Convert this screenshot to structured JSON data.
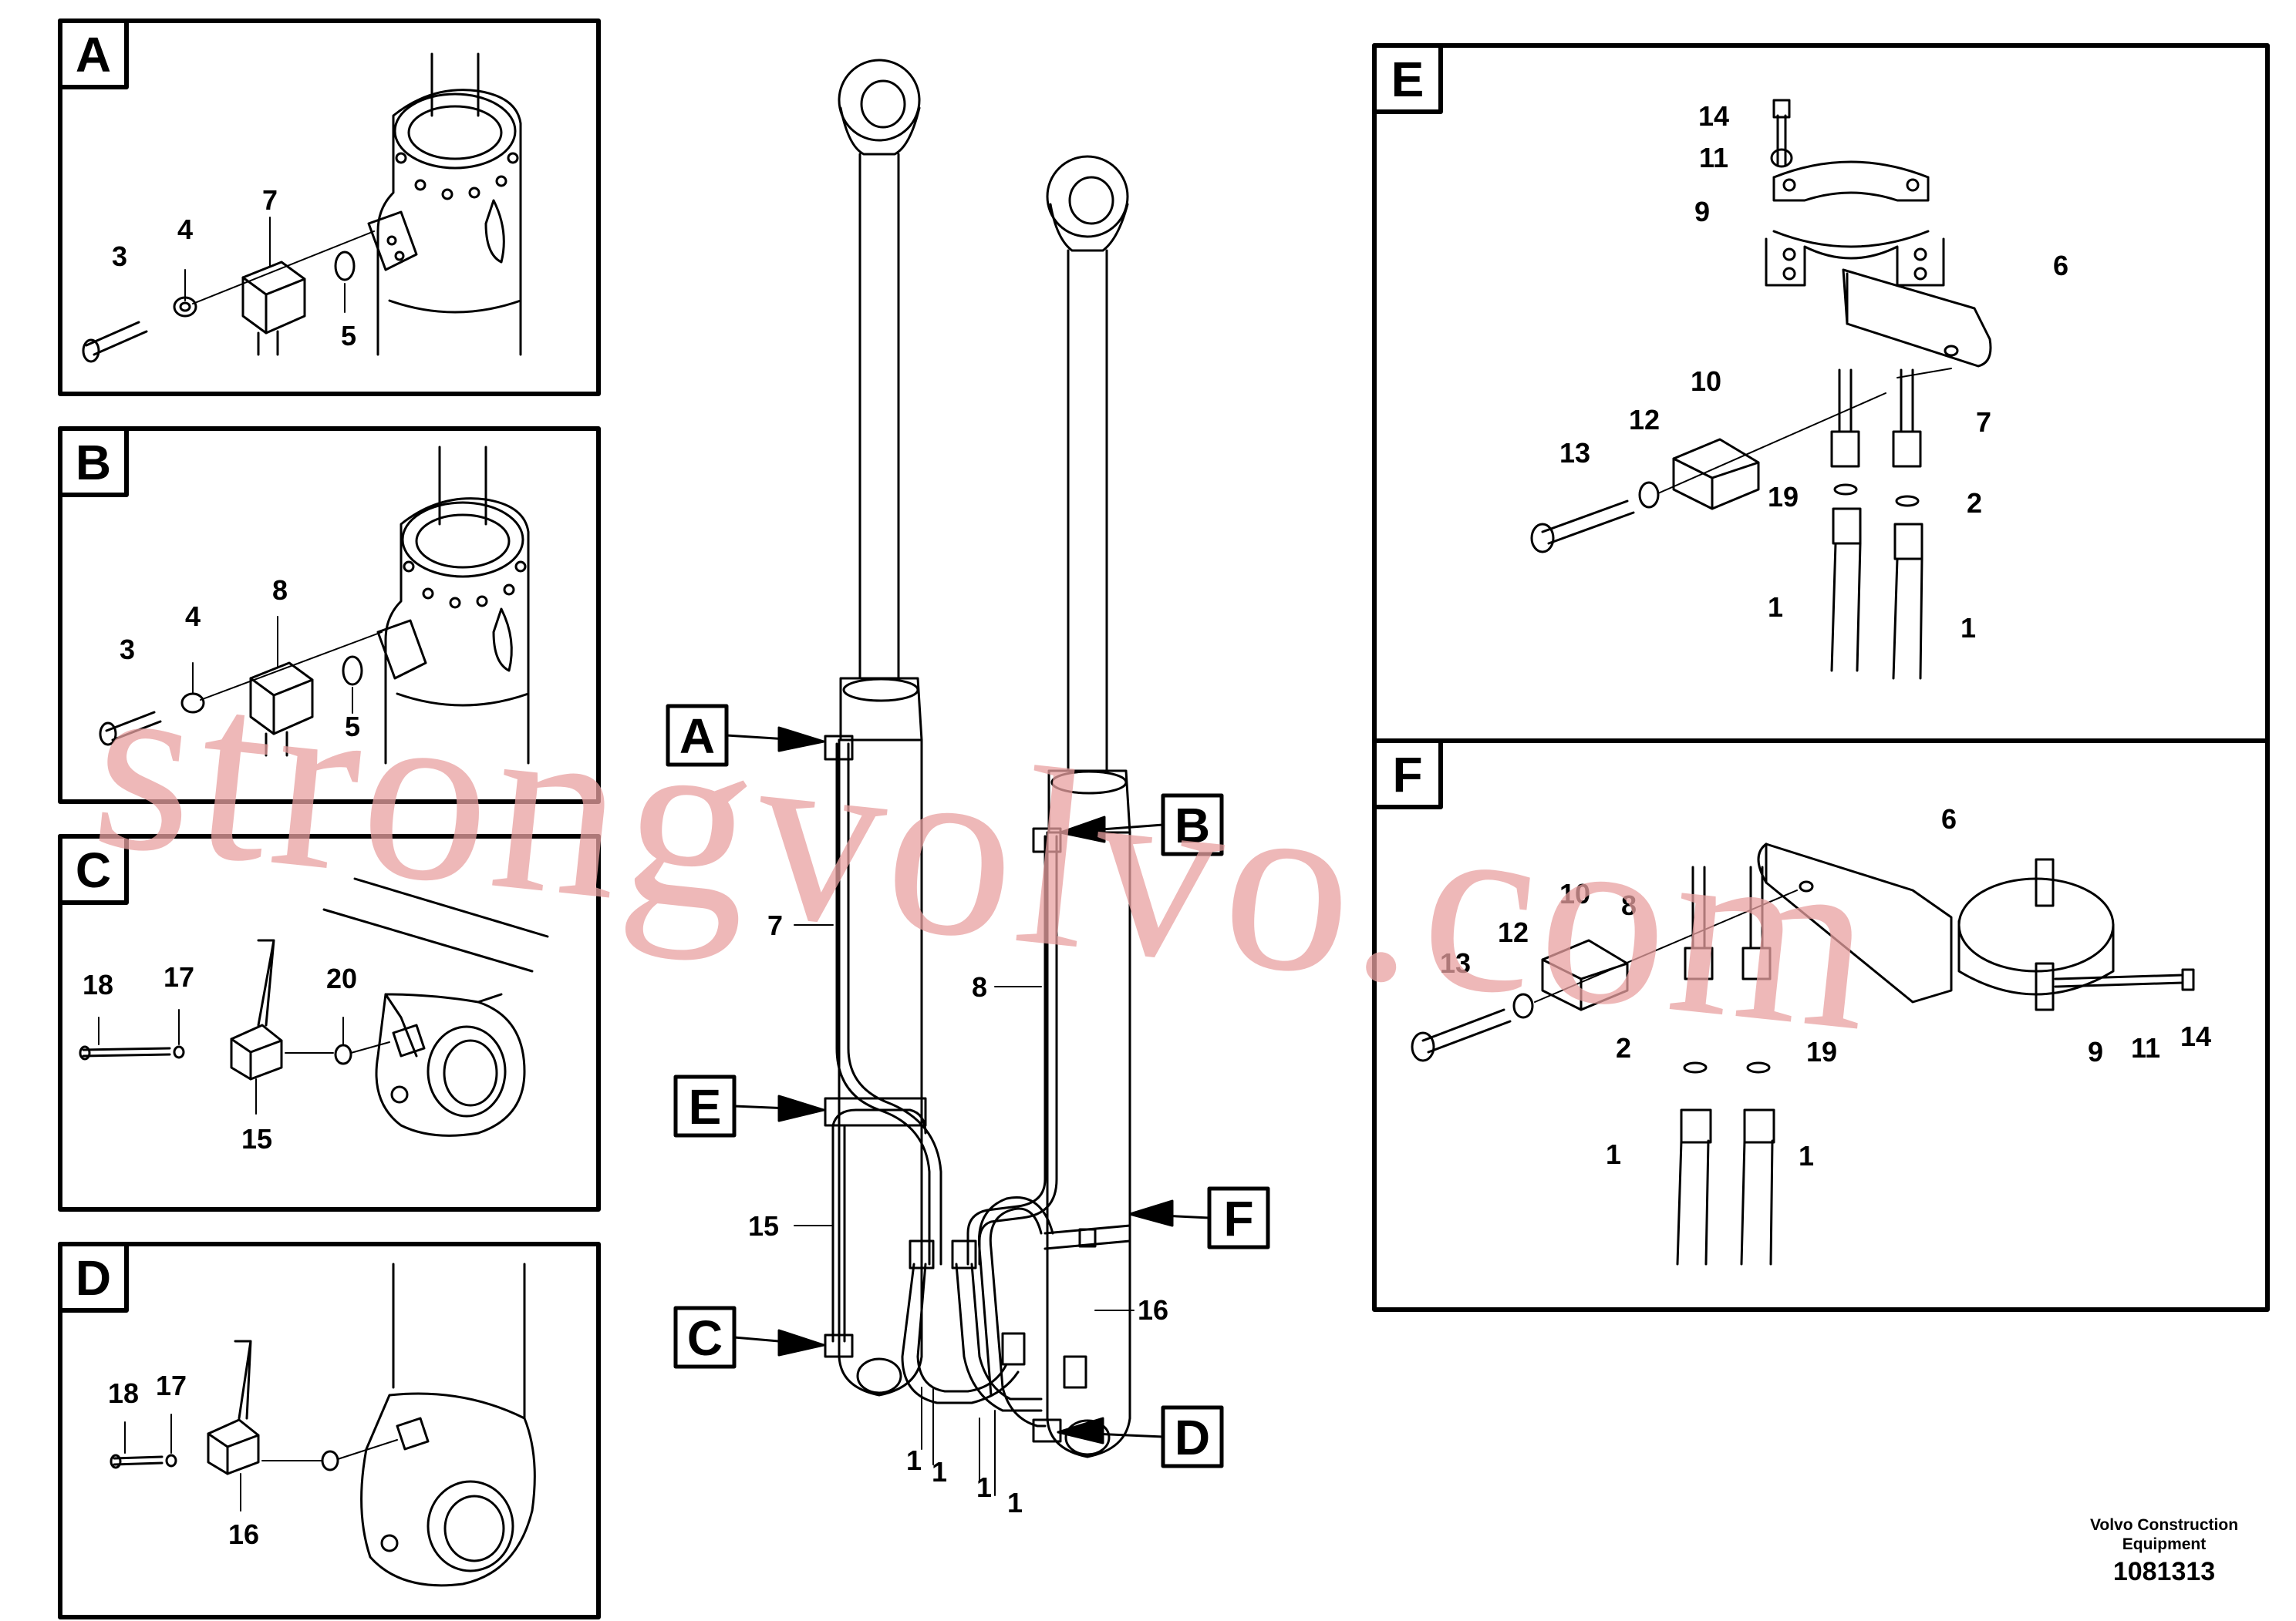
{
  "detail_boxes": {
    "A": {
      "letter": "A",
      "callouts": [
        "3",
        "4",
        "7",
        "5"
      ]
    },
    "B": {
      "letter": "B",
      "callouts": [
        "3",
        "4",
        "8",
        "5"
      ]
    },
    "C": {
      "letter": "C",
      "callouts": [
        "18",
        "17",
        "20",
        "15"
      ]
    },
    "D": {
      "letter": "D",
      "callouts": [
        "18",
        "17",
        "16"
      ]
    },
    "E": {
      "letter": "E",
      "callouts": [
        "14",
        "11",
        "9",
        "6",
        "10",
        "12",
        "13",
        "7",
        "19",
        "2",
        "1",
        "1"
      ]
    },
    "F": {
      "letter": "F",
      "callouts": [
        "6",
        "10",
        "8",
        "12",
        "13",
        "2",
        "19",
        "1",
        "1",
        "9",
        "11",
        "14"
      ]
    }
  },
  "main_view": {
    "pointer_labels": [
      "A",
      "B",
      "E",
      "F",
      "C",
      "D"
    ],
    "callouts": [
      "7",
      "8",
      "15",
      "16",
      "1",
      "1",
      "1",
      "1"
    ]
  },
  "footer": {
    "line1": "Volvo Construction",
    "line2": "Equipment",
    "number": "1081313"
  },
  "watermark": "strongvolvo.com",
  "colors": {
    "line": "#000000",
    "watermark": "#e8a0a0",
    "background": "#ffffff"
  }
}
